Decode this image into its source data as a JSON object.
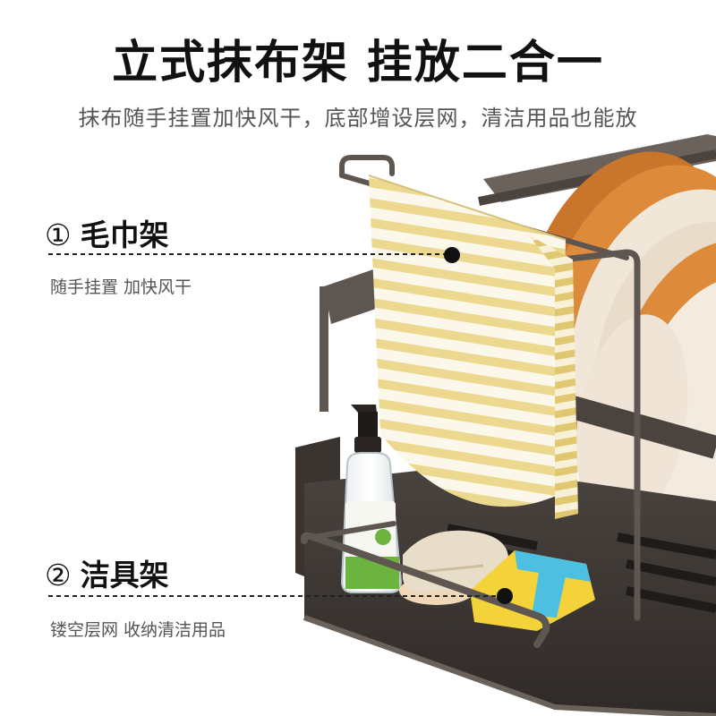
{
  "headline": "立式抹布架 挂放二合一",
  "subline": "抹布随手挂置加快风干，底部增设层网，清洁用品也能放",
  "callouts": [
    {
      "number": "①",
      "title": "毛巾架",
      "desc": "随手挂置 加快风干"
    },
    {
      "number": "②",
      "title": "洁具架",
      "desc": "镂空层网 收纳清洁用品"
    }
  ],
  "colors": {
    "rack_metal": "#5e5650",
    "plate_orange": "#dd8a3a",
    "plate_cream": "#f1e7d9",
    "towel_yellow": "#ecd98f",
    "sponge_yellow": "#f4d23a",
    "sponge_blue": "#4dbfe0",
    "bottle_label_green": "#6cb33f"
  }
}
